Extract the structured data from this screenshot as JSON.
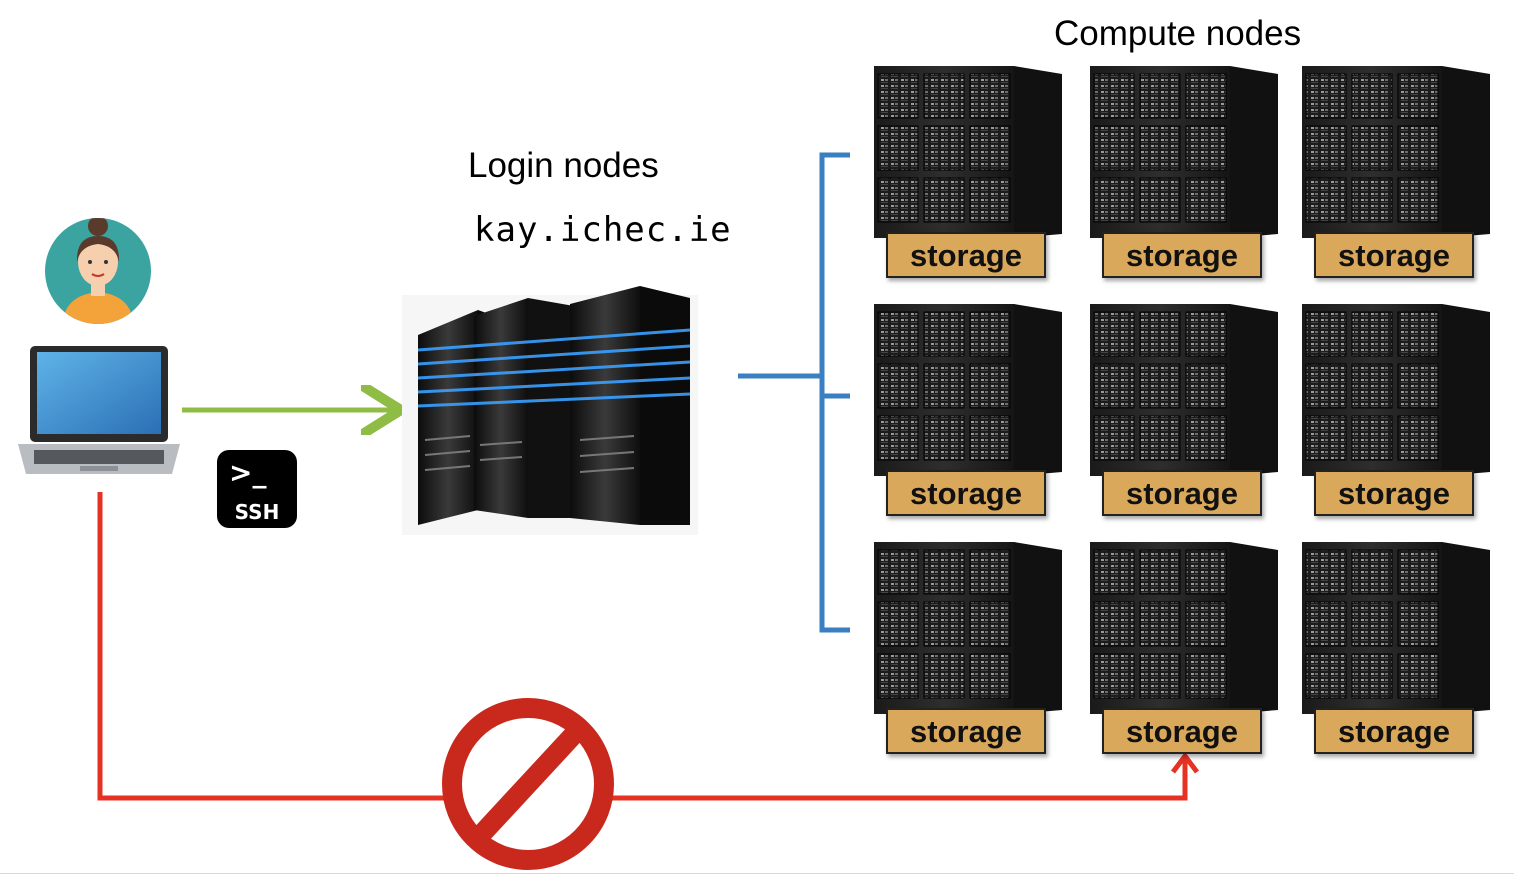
{
  "labels": {
    "compute_nodes": "Compute nodes",
    "login_nodes": "Login nodes",
    "hostname": "kay.ichec.ie",
    "ssh_prompt": ">_",
    "ssh": "SSH",
    "storage": "storage"
  },
  "colors": {
    "access_arrow": "#8fbc45",
    "blocked_path": "#e53223",
    "bracket": "#3a7fc1",
    "storage_fill": "#d9a85a",
    "prohibit_sign": "#c9291d"
  },
  "icons": {
    "user": "user-avatar-icon",
    "laptop": "laptop-icon",
    "terminal": "ssh-terminal-icon",
    "login_server": "login-server-icon",
    "compute_rack": "compute-rack-icon",
    "prohibited": "prohibited-icon"
  }
}
